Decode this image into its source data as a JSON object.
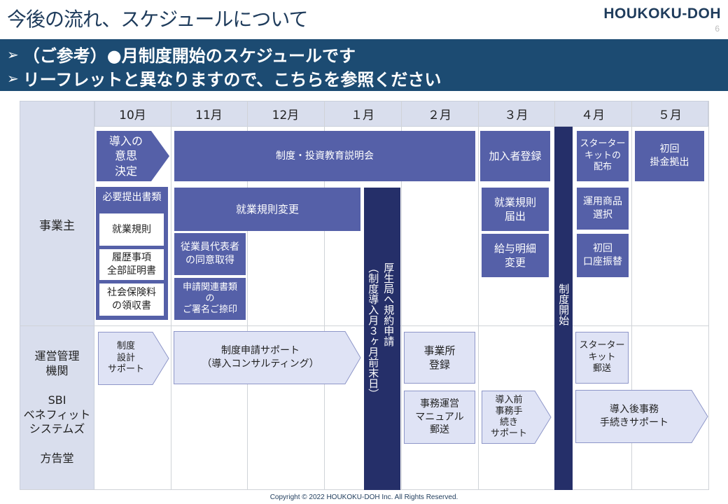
{
  "header": {
    "title": "今後の流れ、スケジュールについて",
    "brand": "HOUKOKU-DOH",
    "page_number": "6"
  },
  "banner": {
    "line1": "（ご参考）●月制度開始のスケジュールです",
    "line2": "リーフレットと異なりますので、こちらを参照ください"
  },
  "table": {
    "months": [
      "10月",
      "11月",
      "12月",
      "１月",
      "２月",
      "３月",
      "４月",
      "５月"
    ],
    "row_employer": "事業主",
    "row_admin": "運営管理\n機関\n\nSBI\nベネフィット\nシステムズ\n\n方告堂"
  },
  "employer": {
    "decision": "導入の\n意思\n決定",
    "docs_header": "必要提出書類",
    "doc_rules": "就業規則",
    "doc_history": "履歴事項\n全部証明書",
    "doc_insurance": "社会保険料\nの領収書",
    "briefing": "制度・投資教育説明会",
    "rules_change": "就業規則変更",
    "consent": "従業員代表者\nの同意取得",
    "signature": "申請関連書類\nの\nご署名ご捺印",
    "member_reg": "加入者登録",
    "rules_submit": "就業規則\n届出",
    "payslip": "給与明細\n変更",
    "starter_kit": "スターター\nキットの\n配布",
    "product_select": "運用商品\n選択",
    "first_debit": "初回\n口座振替",
    "first_contribution": "初回\n掛金拠出"
  },
  "admin": {
    "design": "制度\n設計\nサポート",
    "apply_support": "制度申請サポート\n（導入コンサルティング）",
    "office_reg": "事業所\n登録",
    "manual": "事務運営\nマニュアル\n郵送",
    "pre_support": "導入前\n事務手\n続き\nサポート",
    "kit_mail": "スターター\nキット\n郵送",
    "post_support": "導入後事務\n手続きサポート"
  },
  "milestones": {
    "contract_col1": "厚生局へ規約申請",
    "contract_col2": "（制度導入月３ヶ月前末日）",
    "start": "制度開始"
  },
  "footer": {
    "copyright": "Copyright © 2022 HOUKOKU-DOH Inc. All Rights Reserved."
  },
  "colors": {
    "banner": "#1c4b72",
    "dark_box": "#5560a8",
    "light_box": "#dfe3f5",
    "navy_bar": "#252f69",
    "header_cell": "#d9deed"
  }
}
